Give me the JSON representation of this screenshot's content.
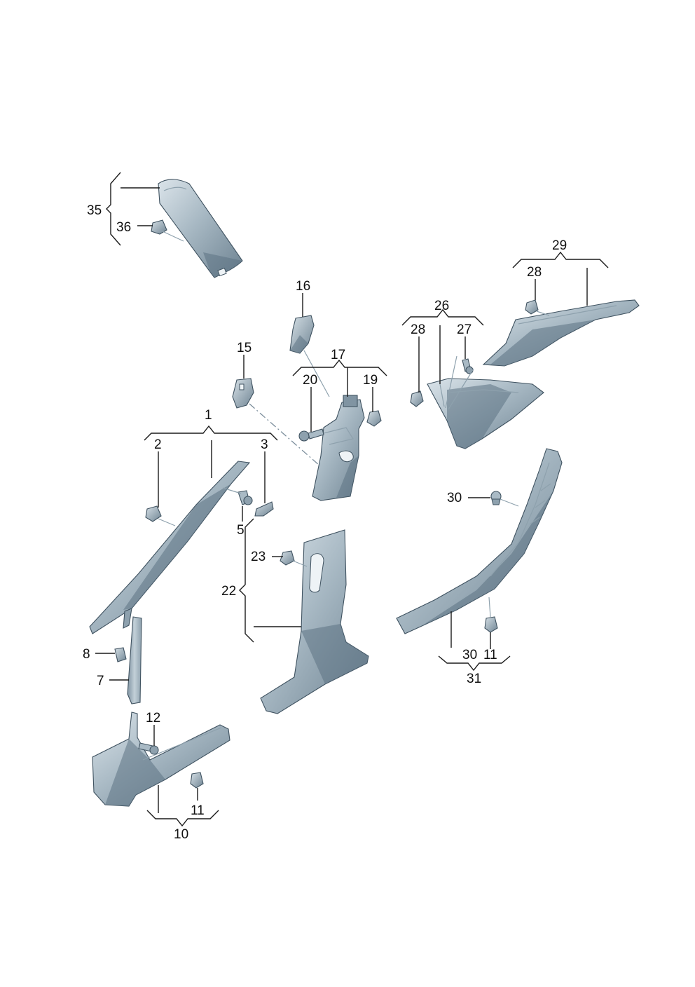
{
  "colors": {
    "part_light": "#cbd6dd",
    "part_mid": "#94a8b5",
    "part_dark": "#6a7f8e",
    "outline": "#3f5260",
    "leader": "#1a1a1a"
  },
  "callouts": {
    "c1": "1",
    "c2": "2",
    "c3": "3",
    "c5": "5",
    "c7": "7",
    "c8": "8",
    "c10": "10",
    "c11a": "11",
    "c11b": "11",
    "c12": "12",
    "c15": "15",
    "c16": "16",
    "c17": "17",
    "c19": "19",
    "c20": "20",
    "c22": "22",
    "c23": "23",
    "c26": "26",
    "c27": "27",
    "c28a": "28",
    "c28b": "28",
    "c29": "29",
    "c30a": "30",
    "c30b": "30",
    "c31": "31",
    "c35": "35",
    "c36": "36"
  }
}
